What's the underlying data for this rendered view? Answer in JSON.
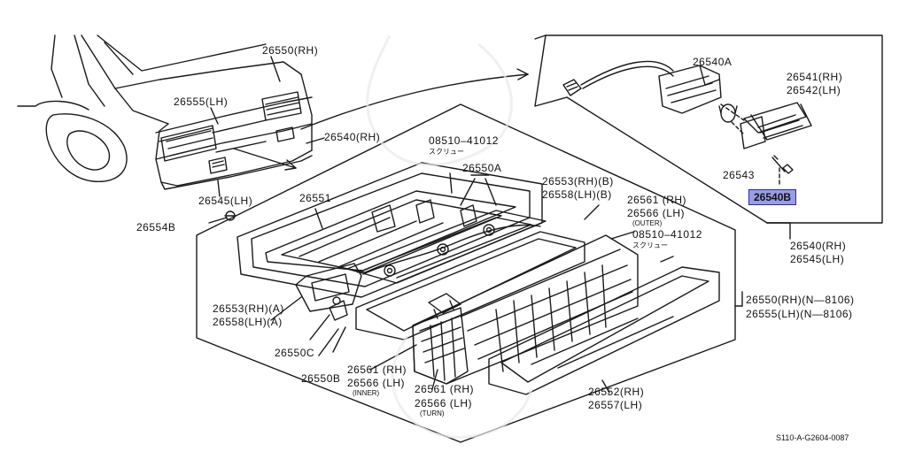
{
  "diagram": {
    "labels": {
      "rh_top": "26550(RH)",
      "lh_top": "26555(LH)",
      "side_rh": "26540(RH)",
      "side_lh": "26545(LH)",
      "nut": "26554B",
      "lens_outer": "26551",
      "screw1": "08510–41012",
      "screw1_note": "スクリュー",
      "socket": "26550A",
      "seal_rh_b": "26553(RH)(B)",
      "seal_lh_b": "26558(LH)(B)",
      "lens_rh": "26561 (RH)",
      "lens_lh": "26566 (LH)",
      "lens_outer_note": "(OUTER)",
      "screw2": "08510–41012",
      "screw2_note": "スクリュー",
      "assy_rh": "26550(RH)(N—8106)",
      "assy_lh": "26555(LH)(N—8106)",
      "seal_rh_a": "26553(RH)(A)",
      "seal_lh_a": "26558(LH)(A)",
      "harness": "26550C",
      "bracket": "26550B",
      "inner_rh": "26561 (RH)",
      "inner_lh": "26566 (LH)",
      "inner_note": "(INNER)",
      "turn_rh": "26561 (RH)",
      "turn_lh": "26566 (LH)",
      "turn_note": "(TURN)",
      "garnish_rh": "26552(RH)",
      "garnish_lh": "26557(LH)",
      "inset_bulb": "26540A",
      "inset_lens_rh": "26541(RH)",
      "inset_lens_lh": "26542(LH)",
      "inset_gasket": "26543",
      "inset_highlight": "26540B",
      "inset_assy_rh": "26540(RH)",
      "inset_assy_lh": "26545(LH)"
    },
    "footer_code": "S110-A-G2604-0087",
    "highlight_color": "#9a9ce6"
  }
}
